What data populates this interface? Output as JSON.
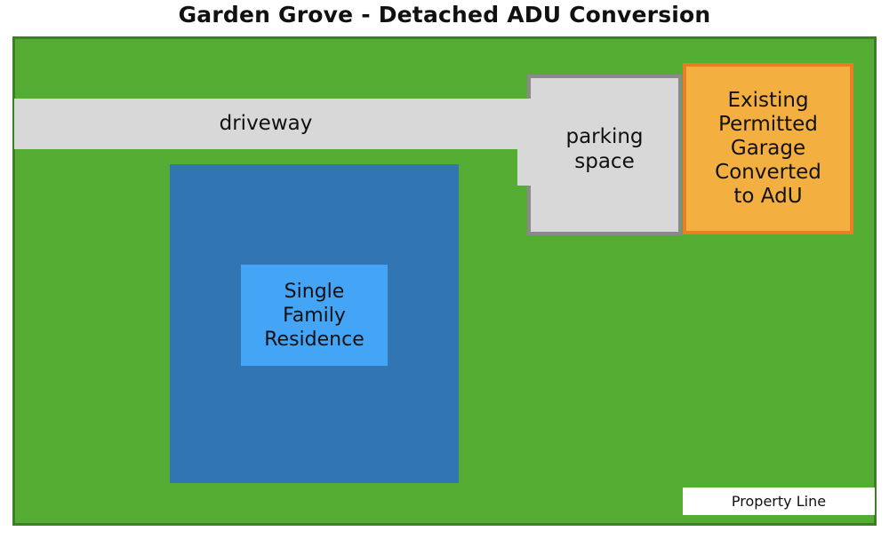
{
  "title": "Garden Grove - Detached ADU Conversion",
  "areas": {
    "driveway": "driveway",
    "parking": [
      "parking",
      "space"
    ],
    "garage": [
      "Existing",
      "Permitted",
      "Garage",
      "Converted",
      "to AdU"
    ],
    "residence": [
      "Single",
      "Family",
      "Residence"
    ]
  },
  "legend": {
    "property_line": "Property Line"
  },
  "colors": {
    "lot": "#55ac33",
    "lot_border": "#3c7f27",
    "paving": "#d8d8d8",
    "parking_border": "#8a8a8a",
    "garage": "#f3b040",
    "garage_border": "#ec7d23",
    "residence_outer": "#3176b3",
    "residence_inner": "#44a4f5"
  }
}
